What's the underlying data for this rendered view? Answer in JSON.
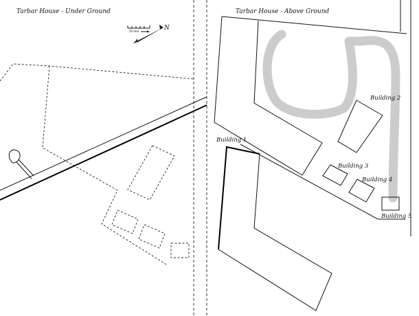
{
  "map": {
    "left_title": "Tarbar House - Under Ground",
    "right_title": "Tarbar House - Above Ground",
    "buildings": [
      {
        "id": "building-1",
        "label": "Building 1"
      },
      {
        "id": "building-2",
        "label": "Building 2"
      },
      {
        "id": "building-3",
        "label": "Building 3"
      },
      {
        "id": "building-4",
        "label": "Building 4"
      },
      {
        "id": "building-5",
        "label": "Building 5"
      }
    ],
    "scale_label": "50 feet",
    "north_arrow_letter": "N",
    "colors": {
      "ink": "#111111",
      "path": "#cccccc",
      "background": "#ffffff"
    }
  }
}
